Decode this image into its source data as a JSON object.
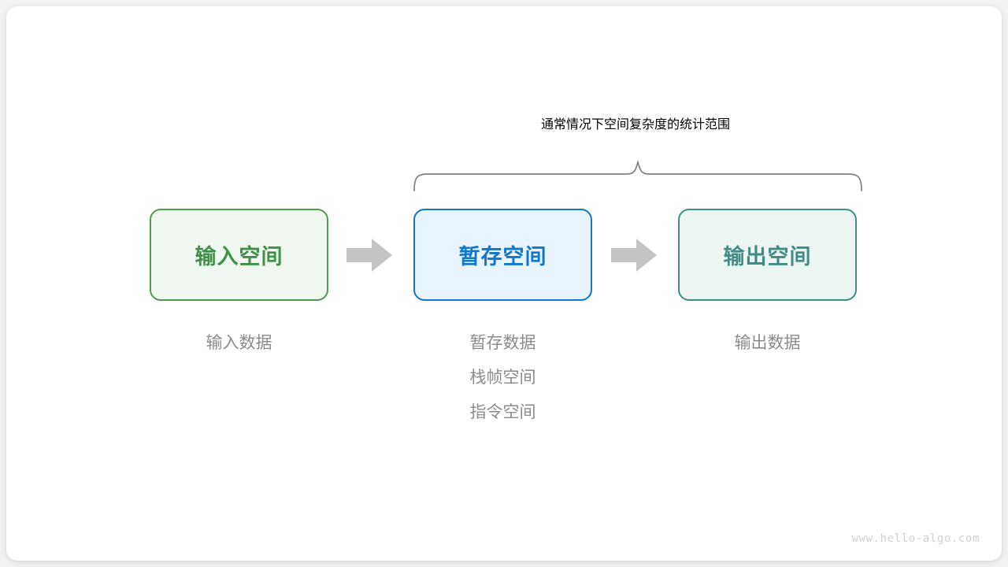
{
  "diagram": {
    "title_prefix": "通常情况下",
    "title_emphasis": "空间复杂度",
    "title_suffix": "的统计范围",
    "brace": {
      "name": "horizontal-curly-brace",
      "color": "#808080",
      "spans_boxes": [
        "暂存空间",
        "输出空间"
      ]
    },
    "boxes": [
      {
        "label": "输入空间",
        "border_color": "#4f9b52",
        "fill_color": "#f0f7f0",
        "text_color": "#3f9147"
      },
      {
        "label": "暂存空间",
        "border_color": "#1277c9",
        "fill_color": "#e8f4fd",
        "text_color": "#1277c9"
      },
      {
        "label": "输出空间",
        "border_color": "#3f8d86",
        "fill_color": "#edf5f3",
        "text_color": "#3f8d86"
      }
    ],
    "arrows": [
      {
        "name": "arrow-input-to-temp",
        "color": "#c4c4c4"
      },
      {
        "name": "arrow-temp-to-output",
        "color": "#c4c4c4"
      }
    ],
    "captions": [
      {
        "lines": [
          "输入数据"
        ]
      },
      {
        "lines": [
          "暂存数据",
          "栈帧空间",
          "指令空间"
        ]
      },
      {
        "lines": [
          "输出数据"
        ]
      }
    ],
    "caption_color": "#8c8c8c",
    "watermark": "www.hello-algo.com"
  }
}
